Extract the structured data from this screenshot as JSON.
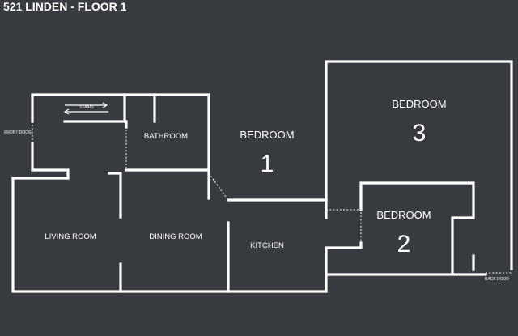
{
  "title": "521 LINDEN - FLOOR 1",
  "rooms": {
    "bathroom": "BATHROOM",
    "bedroom1": {
      "label": "BEDROOM",
      "number": "1"
    },
    "bedroom2": {
      "label": "BEDROOM",
      "number": "2"
    },
    "bedroom3": {
      "label": "BEDROOM",
      "number": "3"
    },
    "living_room": "LIVING ROOM",
    "dining_room": "DINING ROOM",
    "kitchen": "KITCHEN"
  },
  "labels": {
    "stairs": "STAIRS",
    "front_door": "FRONT DOOR",
    "back_door": "BACK DOOR"
  },
  "colors": {
    "background": "#373a3e",
    "walls": "#ffffff"
  }
}
